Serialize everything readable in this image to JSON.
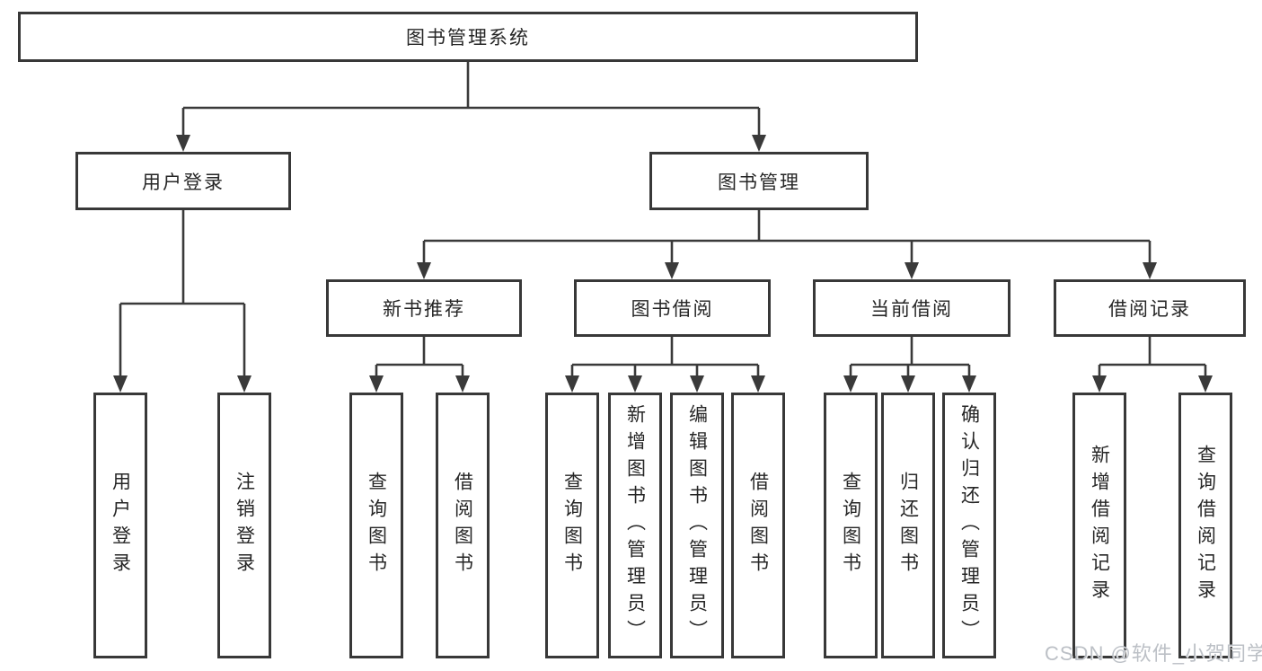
{
  "root": {
    "label": "图书管理系统"
  },
  "branches": {
    "user": {
      "label": "用户登录",
      "leaves": [
        "用户登录",
        "注销登录"
      ]
    },
    "book": {
      "label": "图书管理",
      "groups": [
        {
          "label": "新书推荐",
          "leaves": [
            "查询图书",
            "借阅图书"
          ]
        },
        {
          "label": "图书借阅",
          "leaves": [
            "查询图书",
            "新增图书（管理员）",
            "编辑图书（管理员）",
            "借阅图书"
          ]
        },
        {
          "label": "当前借阅",
          "leaves": [
            "查询图书",
            "归还图书",
            "确认归还（管理员）"
          ]
        },
        {
          "label": "借阅记录",
          "leaves": [
            "新增借阅记录",
            "查询借阅记录"
          ]
        }
      ]
    }
  },
  "watermark": {
    "text": "CSDN @软件_小贺同学"
  },
  "colors": {
    "line": "#3a3a3a",
    "box_border": "#383838",
    "text": "#262626",
    "watermark": "#bcc0c6",
    "background": "#ffffff"
  }
}
